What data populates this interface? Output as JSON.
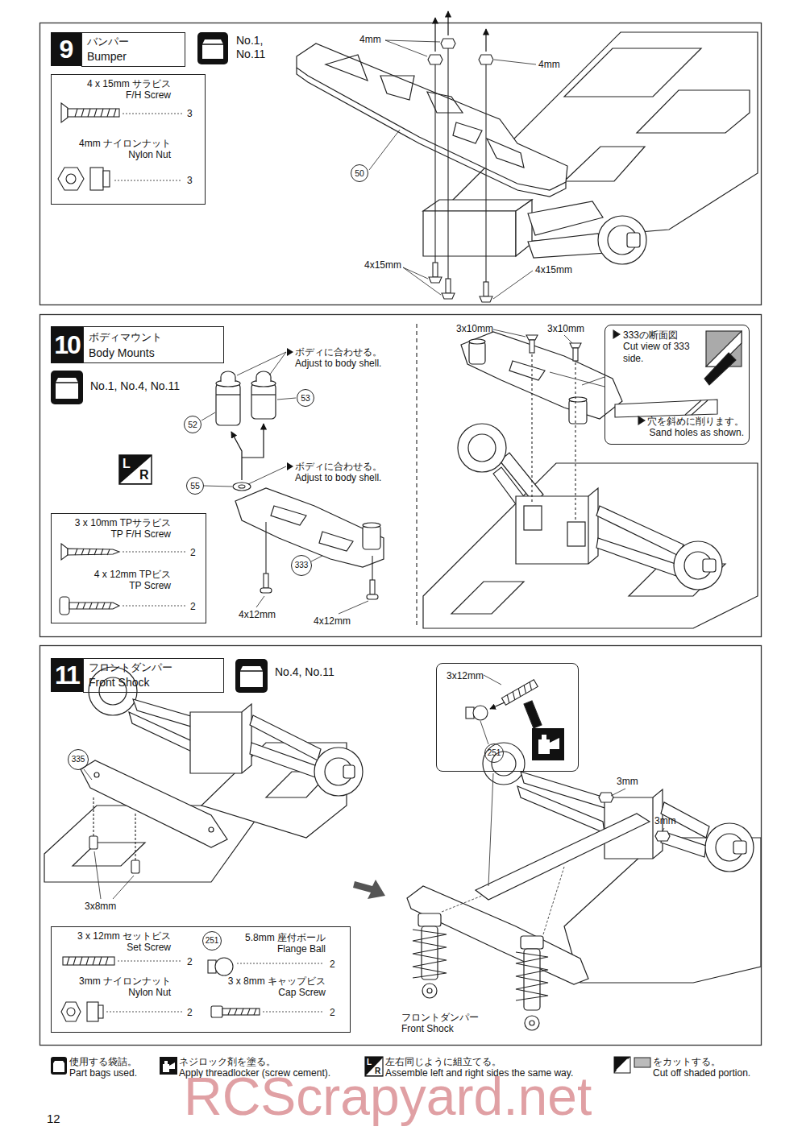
{
  "diagram": {
    "nodes": [
      {
        "text": [
          "9"
        ]
      },
      {
        "text": [
          "バンパー",
          "Bumper"
        ]
      },
      {
        "text": [
          "4 x 15mm サラビス F/H Screw",
          "3",
          "4mm ナイロンナット Nylon Nut",
          "3"
        ]
      },
      {
        "text": [
          "50"
        ]
      },
      {
        "text": [
          "10"
        ]
      },
      {
        "text": [
          "ボディマウント",
          "Body Mounts"
        ]
      },
      {
        "text": [
          "3 x 10mm TPサラビス TP F/H Screw",
          "2",
          "4 x 12mm TPビス TP Screw",
          "2"
        ]
      },
      {
        "text": [
          "52"
        ]
      },
      {
        "text": [
          "53"
        ]
      },
      {
        "text": [
          "55"
        ]
      },
      {
        "text": [
          "333"
        ]
      },
      {
        "text": [
          "333の断面図 Cut view of 333 side.",
          "穴を斜めに削ります。 Sand holes as shown."
        ]
      },
      {
        "text": [
          "11"
        ]
      },
      {
        "text": [
          "フロントダンパー",
          "Front Shock"
        ]
      },
      {
        "text": [
          "335"
        ]
      },
      {
        "text": [
          "3 x 12mm セットビス Set Screw",
          "2",
          "3mm ナイロンナット Nylon Nut",
          "2",
          "5.8mm 座付ボール Flange Ball",
          "2",
          "3 x 8mm キャップビス Cap Screw",
          "2"
        ]
      },
      {
        "text": [
          "251"
        ],
        "in": 15
      },
      {
        "text": [
          "3x12mm"
        ]
      },
      {
        "text": [
          "251"
        ],
        "in": 17
      }
    ],
    "labels": [
      "No.1, No.11",
      "4mm",
      "4mm",
      "4x15mm",
      "4x15mm",
      "No.1, No.4, No.11",
      "L",
      "R",
      "ボディに合わせる。 Adjust to body shell.",
      "ボディに合わせる。 Adjust to body shell.",
      "4x12mm",
      "4x12mm",
      "3x10mm",
      "3x10mm",
      "No.4, No.11",
      "3x8mm",
      "3mm",
      "3mm",
      "フロントダンパー Front Shock",
      "L",
      "R",
      "12",
      "RCScrapyard.net"
    ],
    "legend": [
      {
        "text": "使用する袋詰。 Part bags used."
      },
      {
        "text": "ネジロック剤を塗る。 Apply threadlocker (screw cement)."
      },
      {
        "text": "左右同じように組立てる。 Assemble left and right sides the same way."
      },
      {
        "text": "をカットする。 Cut off shaded portion."
      }
    ]
  }
}
